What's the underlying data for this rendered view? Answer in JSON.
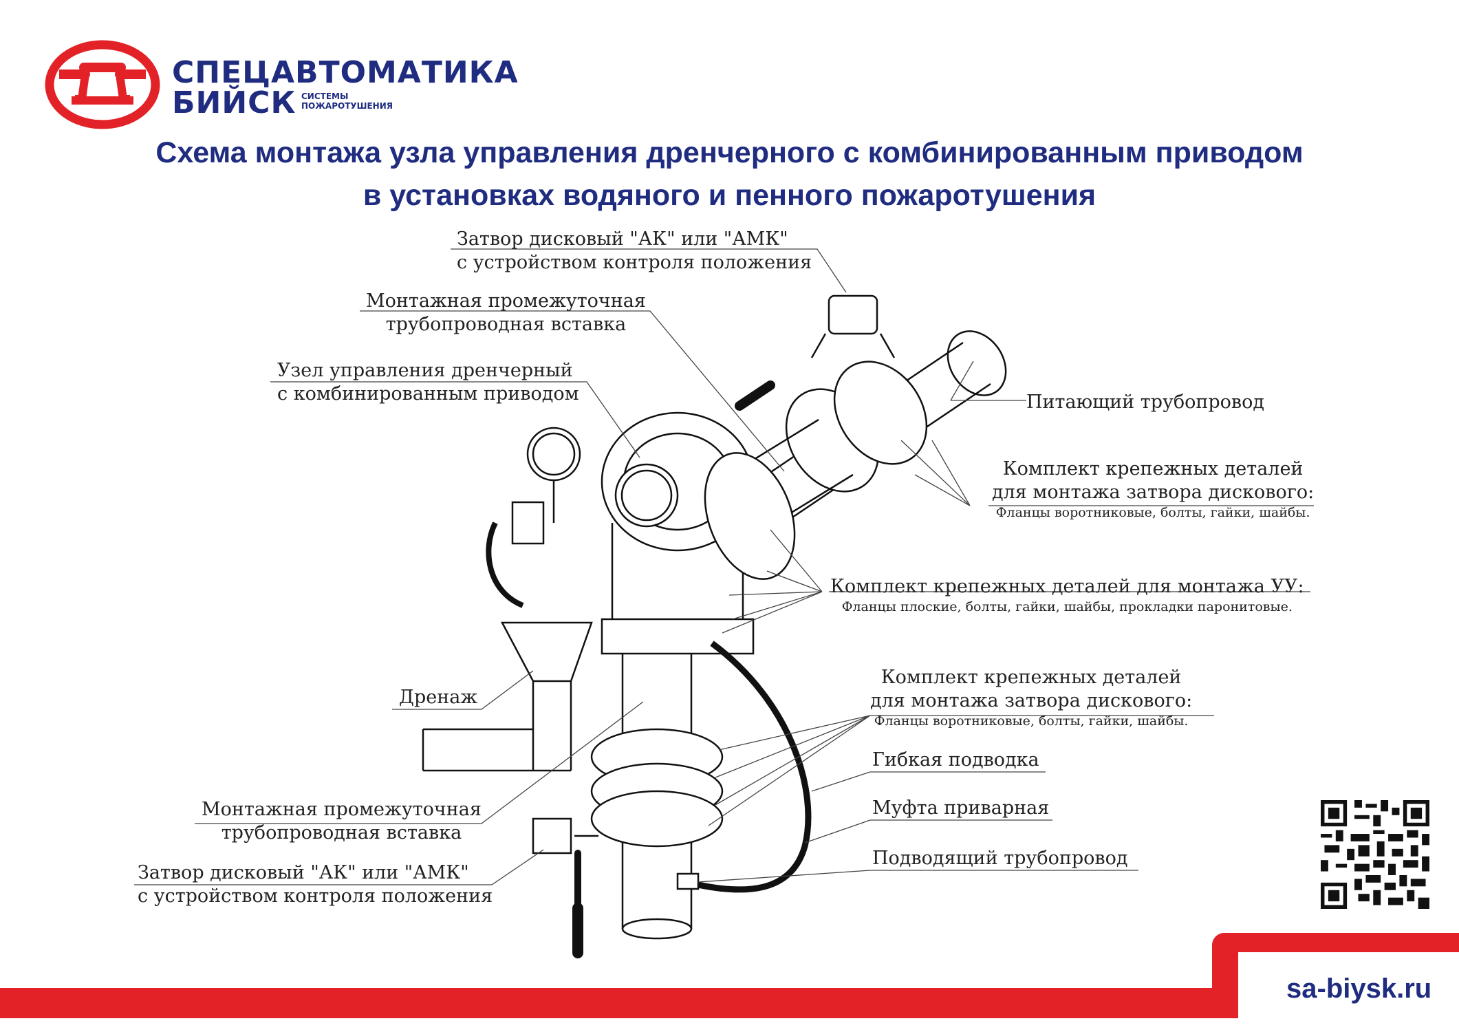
{
  "brand": {
    "line1": "СПЕЦАВТОМАТИКА",
    "line2": "БИЙСК",
    "sub1": "СИСТЕМЫ",
    "sub2": "ПОЖАРОТУШЕНИЯ",
    "color": "#1f2c80",
    "accent": "#e32228"
  },
  "title": {
    "line1": "Схема монтажа узла управления дренчерного с комбинированным приводом",
    "line2": "в установках водяного и пенного пожаротушения"
  },
  "labels": {
    "valve_top": {
      "line1": "Затвор дисковый \"АК\" или \"АМК\"",
      "line2": "с устройством контроля положения"
    },
    "insert_top": {
      "line1": "Монтажная промежуточная",
      "line2": "трубопроводная вставка"
    },
    "control_unit": {
      "line1": "Узел управления дренчерный",
      "line2": "с комбинированным приводом"
    },
    "supply_pipe": "Питающий трубопровод",
    "kit_valve_top": {
      "line1": "Комплект крепежных деталей",
      "line2": "для монтажа затвора дискового:",
      "note": "Фланцы воротниковые, болты, гайки, шайбы."
    },
    "kit_uu": {
      "line1": "Комплект крепежных деталей для монтажа УУ:",
      "note": "Фланцы плоские, болты, гайки, шайбы, прокладки паронитовые."
    },
    "kit_valve_bottom": {
      "line1": "Комплект крепежных деталей",
      "line2": "для монтажа затвора дискового:",
      "note": "Фланцы воротниковые, болты, гайки, шайбы."
    },
    "drain": "Дренаж",
    "flex": "Гибкая подводка",
    "coupling": "Муфта приварная",
    "inlet_pipe": "Подводящий трубопровод",
    "insert_bottom": {
      "line1": "Монтажная промежуточная",
      "line2": "трубопроводная вставка"
    },
    "valve_bottom": {
      "line1": "Затвор дисковый \"АК\" или \"АМК\"",
      "line2": "с устройством контроля положения"
    }
  },
  "footer": {
    "site": "sa-biysk.ru"
  },
  "icons": {
    "logo": "company-logo-icon",
    "qr": "qr-code-icon"
  }
}
